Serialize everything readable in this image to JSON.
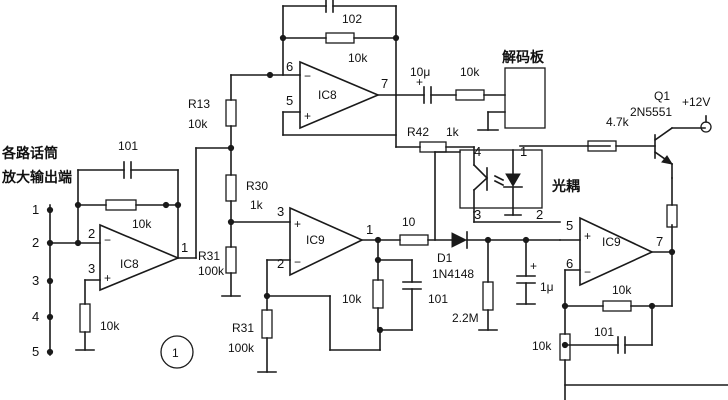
{
  "diagram": {
    "input_label_line1": "各路话筒",
    "input_label_line2": "放大输出端",
    "input_pins": [
      "1",
      "2",
      "3",
      "4",
      "5"
    ],
    "figure_number": "1",
    "ic8a": {
      "name": "IC8",
      "pin_inv": "2",
      "pin_noninv": "3",
      "pin_out": "1",
      "feedback_cap": "101",
      "feedback_res": "10k",
      "input_res": "10k",
      "out_res_name": "R31",
      "out_res_value": "100k"
    },
    "divider": {
      "r13_name": "R13",
      "r13_value": "10k",
      "r30_name": "R30",
      "r30_value": "1k"
    },
    "ic8b": {
      "name": "IC8",
      "pin_inv": "6",
      "pin_noninv": "5",
      "pin_out": "7",
      "feedback_cap": "102",
      "feedback_res": "10k",
      "out_cap": "10μ",
      "out_res": "10k",
      "decoder": "解码板"
    },
    "ic9a": {
      "name": "IC9",
      "pin_noninv": "3",
      "pin_inv": "2",
      "pin_out": "1",
      "r31_name": "R31",
      "r31_value": "100k",
      "res_out": "10",
      "res_shunt": "10k",
      "cap_shunt": "101"
    },
    "detector": {
      "diode_name": "D1",
      "diode_type": "1N4148",
      "res": "2.2M",
      "cap": "1μ"
    },
    "optocoupler": {
      "r42_name": "R42",
      "r42_value": "1k",
      "label": "光耦",
      "pins": [
        "1",
        "2",
        "3",
        "4"
      ]
    },
    "ic9b": {
      "name": "IC9",
      "pin_noninv": "5",
      "pin_inv": "6",
      "pin_out": "7",
      "feedback_res": "10k",
      "feedback_cap": "101",
      "input_res": "10k"
    },
    "transistor": {
      "name": "Q1",
      "type": "2N5551",
      "base_res": "4.7k",
      "supply": "+12V"
    }
  }
}
